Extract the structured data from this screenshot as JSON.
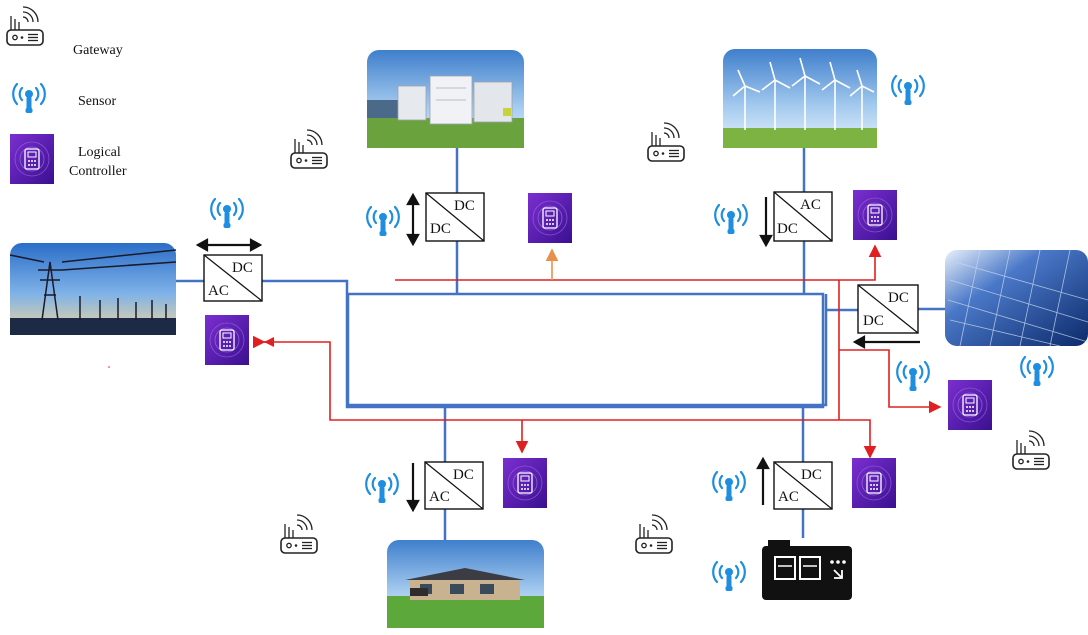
{
  "legend": {
    "gateway_label": "Gateway",
    "sensor_label": "Sensor",
    "controller_label_line1": "Logical",
    "controller_label_line2": "Controller"
  },
  "converters": {
    "grid": {
      "top": "DC",
      "bottom": "AC"
    },
    "battery": {
      "top": "DC",
      "bottom": "DC"
    },
    "wind": {
      "top": "AC",
      "bottom": "DC"
    },
    "solar": {
      "top": "DC",
      "bottom": "DC"
    },
    "house": {
      "top": "DC",
      "bottom": "AC"
    },
    "generator": {
      "top": "DC",
      "bottom": "AC"
    }
  },
  "colors": {
    "bus": "#4472c4",
    "control": "#e02020",
    "control_orange": "#e8904a",
    "controller_purple": "#5a1ea8",
    "sensor_blue": "#1e8ee0"
  },
  "icons": [
    "router-icon",
    "wifi-sensor-icon",
    "chip-controller-icon"
  ],
  "sources": [
    "power-grid-image",
    "battery-storage-image",
    "wind-farm-image",
    "solar-panel-image",
    "house-image",
    "generator-image"
  ]
}
